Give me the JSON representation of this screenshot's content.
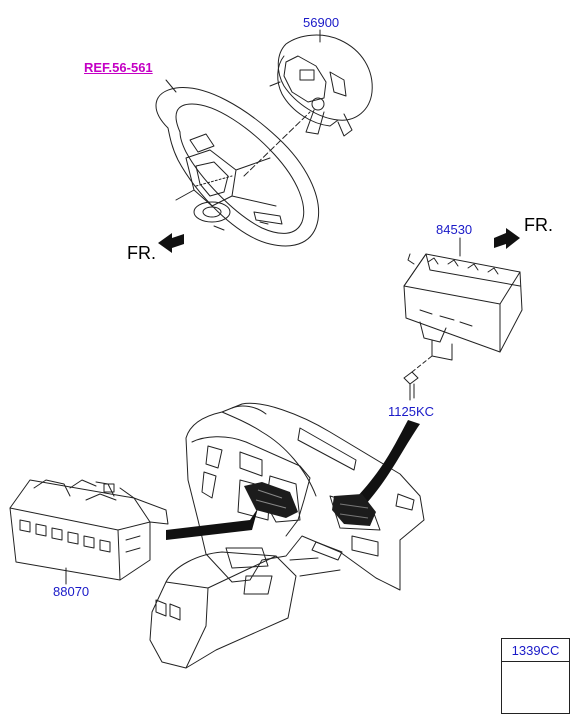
{
  "labels": {
    "steering_airbag": "56900",
    "ref": "REF.56-561",
    "passenger_airbag": "84530",
    "bolt": "1125KC",
    "control_module": "88070",
    "nut": "1339CC",
    "front_left": "FR.",
    "front_right": "FR."
  },
  "colors": {
    "part_number": "#1a1ac8",
    "reference": "#c400c4",
    "line": "#222222"
  },
  "icons": [
    "arrow-front-icon",
    "arrow-front-icon",
    "hex-nut-icon"
  ]
}
